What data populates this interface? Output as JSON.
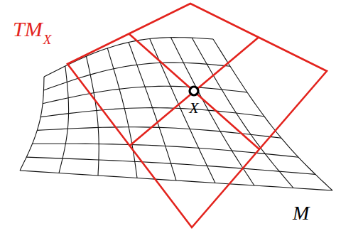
{
  "diagram": {
    "labels": [
      "TM",
      "X",
      "X",
      "M"
    ]
  }
}
